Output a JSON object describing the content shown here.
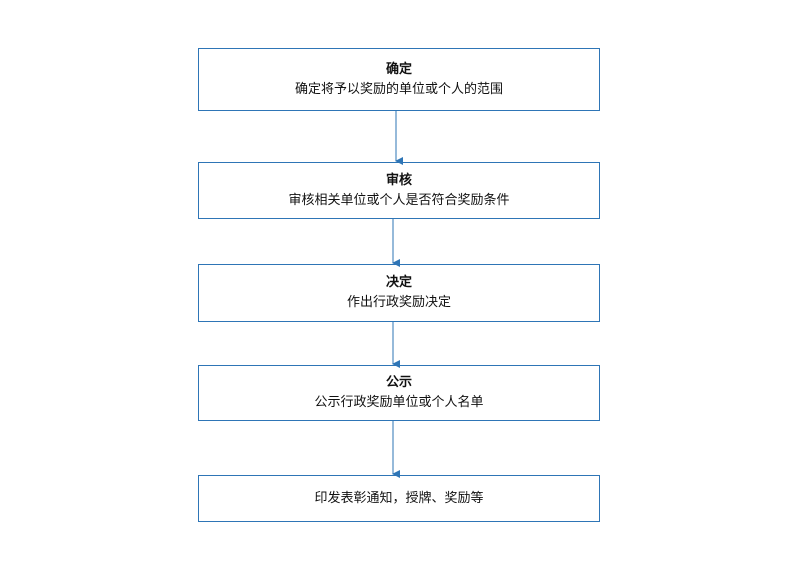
{
  "steps": [
    {
      "title": "确定",
      "desc": "确定将予以奖励的单位或个人的范围"
    },
    {
      "title": "审核",
      "desc": "审核相关单位或个人是否符合奖励条件"
    },
    {
      "title": "决定",
      "desc": "作出行政奖励决定"
    },
    {
      "title": "公示",
      "desc": "公示行政奖励单位或个人名单"
    },
    {
      "title": "",
      "desc": "印发表彰通知，授牌、奖励等"
    }
  ],
  "colors": {
    "border": "#2e75b6",
    "arrow": "#2e75b6"
  }
}
